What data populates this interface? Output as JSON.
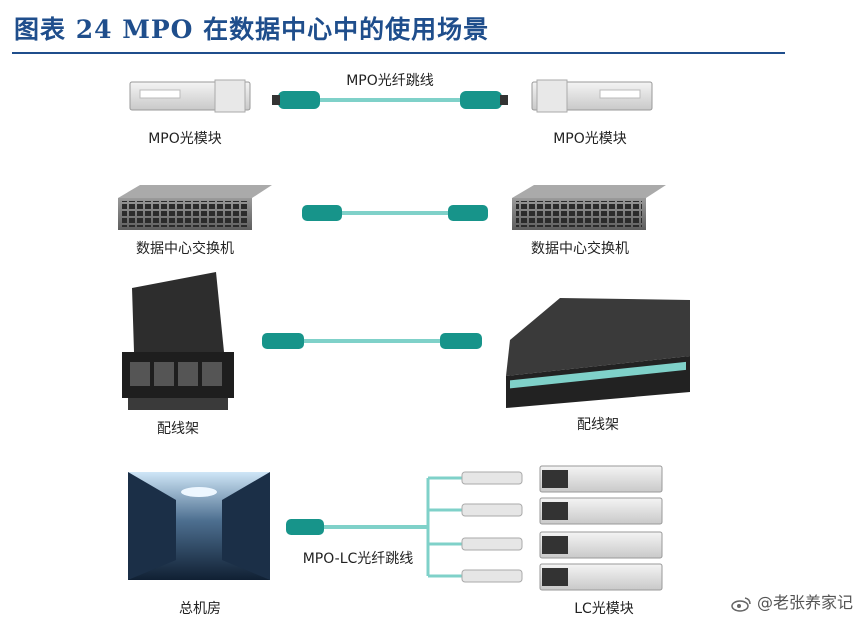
{
  "figure": {
    "title": "图表 24   MPO 在数据中心中的使用场景"
  },
  "rows": [
    {
      "left_label": "MPO光模块",
      "cable_label": "MPO光纤跳线",
      "right_label": "MPO光模块"
    },
    {
      "left_label": "数据中心交换机",
      "right_label": "数据中心交换机"
    },
    {
      "left_label": "配线架",
      "right_label": "配线架"
    },
    {
      "left_label": "总机房",
      "cable_label": "MPO-LC光纤跳线",
      "right_label": "LC光模块"
    }
  ],
  "watermark": "@老张养家记",
  "colors": {
    "title": "#1f4e8c",
    "cable": "#7fd1c9",
    "connector": "#17948a"
  }
}
